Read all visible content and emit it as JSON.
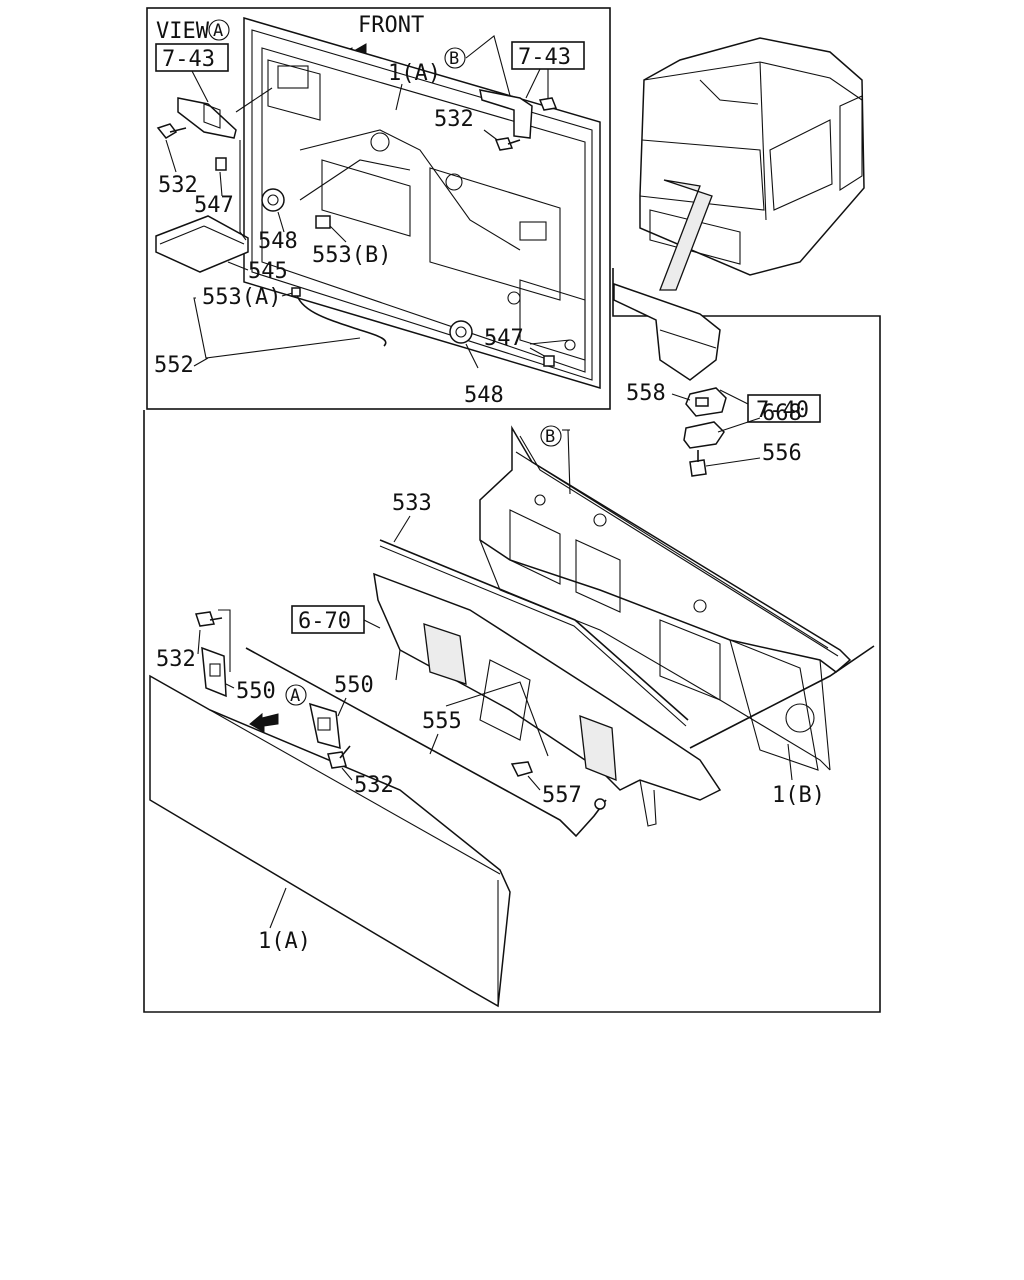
{
  "view_title": "VIEW",
  "view_marker": "A",
  "front_label": "FRONT",
  "refs": {
    "ref_7_43_left": "7-43",
    "ref_7_43_right": "7-43",
    "ref_7_40": "7-40",
    "ref_6_70": "6-70"
  },
  "markers": {
    "b_view": "B",
    "b_main": "B",
    "a_main": "A"
  },
  "labels": {
    "p1a_view": "1(A)",
    "p532_view_left": "532",
    "p532_view_right": "532",
    "p547_view_left": "547",
    "p547_view_right": "547",
    "p548_view_left": "548",
    "p548_view_right": "548",
    "p545": "545",
    "p553a": "553(A)",
    "p553b": "553(B)",
    "p552": "552",
    "p558": "558",
    "p668": "668",
    "p556": "556",
    "p533": "533",
    "p532_main_left": "532",
    "p550_left": "550",
    "p550_right": "550",
    "p555": "555",
    "p532_main_bottom": "532",
    "p557": "557",
    "p1b": "1(B)",
    "p1a_main": "1(A)"
  }
}
